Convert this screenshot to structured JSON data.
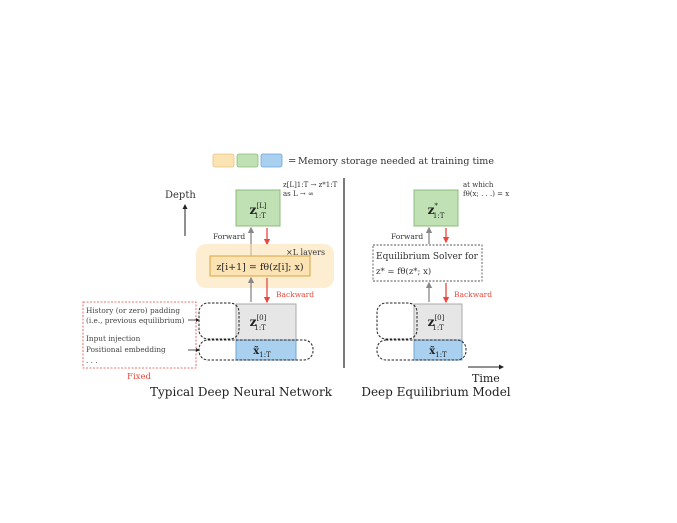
{
  "legend": {
    "equals": "=",
    "text": "Memory storage needed at training time",
    "colors": {
      "orange": "#fbe3b4",
      "green": "#bfe1b3",
      "blue": "#a9d0ef"
    }
  },
  "left": {
    "caption": "Typical Deep Neural Network",
    "depth_label": "Depth",
    "top_box": "z",
    "top_box_sup": "[L]",
    "top_box_sub": "1:T",
    "convergence_note_line1": "z[L]1:T → z*1:T",
    "convergence_note_line2": "as L → ∞",
    "forward_label": "Forward",
    "backward_label": "Backward",
    "layers_label": "×L layers",
    "layer_eq": "z[i+1] = fθ(z[i]; x)",
    "init_box": "z",
    "init_box_sup": "[0]",
    "init_box_sub": "1:T",
    "input_box": "x̃",
    "input_box_sub": "1:T",
    "fixed_panel": {
      "line1": "History (or zero) padding",
      "line2": "(i.e., previous equilibrium)",
      "line3": "Input injection",
      "line4": "Positional embedding",
      "line5": ". . .",
      "label": "Fixed"
    }
  },
  "right": {
    "caption": "Deep Equilibrium Model",
    "top_box": "z",
    "top_box_sup": "*",
    "top_box_sub": "1:T",
    "at_which_line1": "at which",
    "at_which_line2": "fθ(x; . . .) = x",
    "forward_label": "Forward",
    "backward_label": "Backward",
    "solver_line1": "Equilibrium Solver for",
    "solver_line2": "z* = fθ(z*; x)",
    "init_box": "z",
    "init_box_sup": "[0]",
    "init_box_sub": "1:T",
    "input_box": "x̃",
    "input_box_sub": "1:T",
    "time_label": "Time"
  }
}
